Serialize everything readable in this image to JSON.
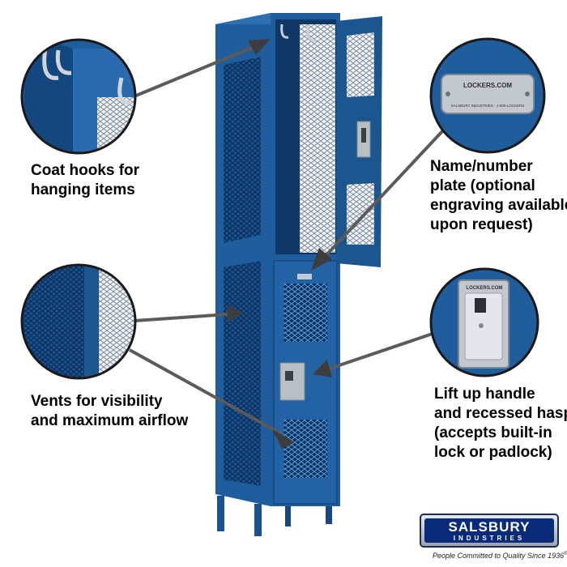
{
  "callouts": {
    "hooks": [
      "Coat hooks for",
      "hanging items"
    ],
    "plate": [
      "Name/number",
      "plate (optional",
      "engraving available",
      "upon request)"
    ],
    "vents": [
      "Vents for visibility",
      "and maximum airflow"
    ],
    "handle": [
      "Lift up handle",
      "and recessed hasp",
      "(accepts built-in",
      "lock or padlock)"
    ]
  },
  "plate_label": {
    "top": "LOCKERS.COM",
    "bottom": "SALSBURY INDUSTRIES · 1-800-LOCKERS"
  },
  "hasp_label": "LOCKERS.COM",
  "brand": {
    "name": "SALSBURY",
    "sub": "INDUSTRIES",
    "tagline": "People Committed to Quality Since 1936",
    "trademark": "®"
  },
  "colors": {
    "locker_blue": "#1f5d9c",
    "locker_dark": "#123f72",
    "locker_light": "#3b7cc0",
    "interior": "#0f3866",
    "steel": "#b9bec4",
    "brand_blue": "#0a2b7a"
  }
}
